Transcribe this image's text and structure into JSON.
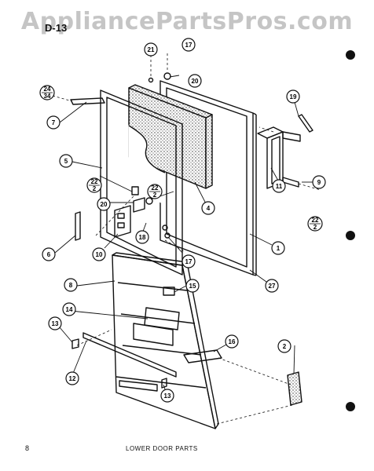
{
  "watermark": "AppliancePartsPros.com",
  "sheet_code": "D-13",
  "page_number": "8",
  "caption": "LOWER DOOR PARTS",
  "callouts": [
    {
      "id": "c17a",
      "label": "17"
    },
    {
      "id": "c20a",
      "label": "20"
    },
    {
      "id": "c21",
      "label": "21"
    },
    {
      "id": "c24",
      "label": "24",
      "sub": "34"
    },
    {
      "id": "c7",
      "label": "7"
    },
    {
      "id": "c19",
      "label": "19"
    },
    {
      "id": "c5",
      "label": "5"
    },
    {
      "id": "c11",
      "label": "11"
    },
    {
      "id": "c9",
      "label": "9"
    },
    {
      "id": "c22a",
      "label": "22",
      "sub": "2"
    },
    {
      "id": "c22b",
      "label": "22",
      "sub": "2"
    },
    {
      "id": "c22c",
      "label": "22",
      "sub": "2"
    },
    {
      "id": "c20b",
      "label": "20"
    },
    {
      "id": "c4",
      "label": "4"
    },
    {
      "id": "c1",
      "label": "1"
    },
    {
      "id": "c6",
      "label": "6"
    },
    {
      "id": "c10",
      "label": "10"
    },
    {
      "id": "c18",
      "label": "18"
    },
    {
      "id": "c17b",
      "label": "17"
    },
    {
      "id": "c27",
      "label": "27"
    },
    {
      "id": "c8",
      "label": "8"
    },
    {
      "id": "c15",
      "label": "15"
    },
    {
      "id": "c14",
      "label": "14"
    },
    {
      "id": "c13a",
      "label": "13"
    },
    {
      "id": "c16",
      "label": "16"
    },
    {
      "id": "c2",
      "label": "2"
    },
    {
      "id": "c12",
      "label": "12"
    },
    {
      "id": "c13b",
      "label": "13"
    }
  ]
}
